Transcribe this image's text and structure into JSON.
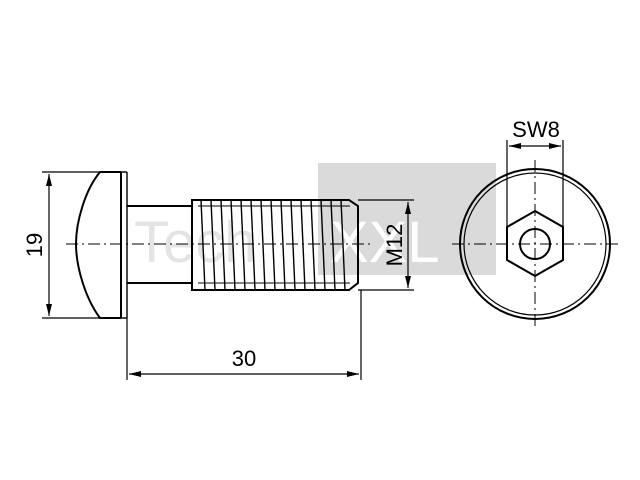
{
  "dimensions": {
    "head_height": "19",
    "length": "30",
    "thread": "M12",
    "hex_socket": "SW8"
  },
  "watermark": {
    "left_text": "Tech",
    "right_text": "XXL"
  },
  "colors": {
    "line": "#000000",
    "watermark_light": "#e2e2e2",
    "watermark_block": "#dadada",
    "background": "#ffffff"
  }
}
